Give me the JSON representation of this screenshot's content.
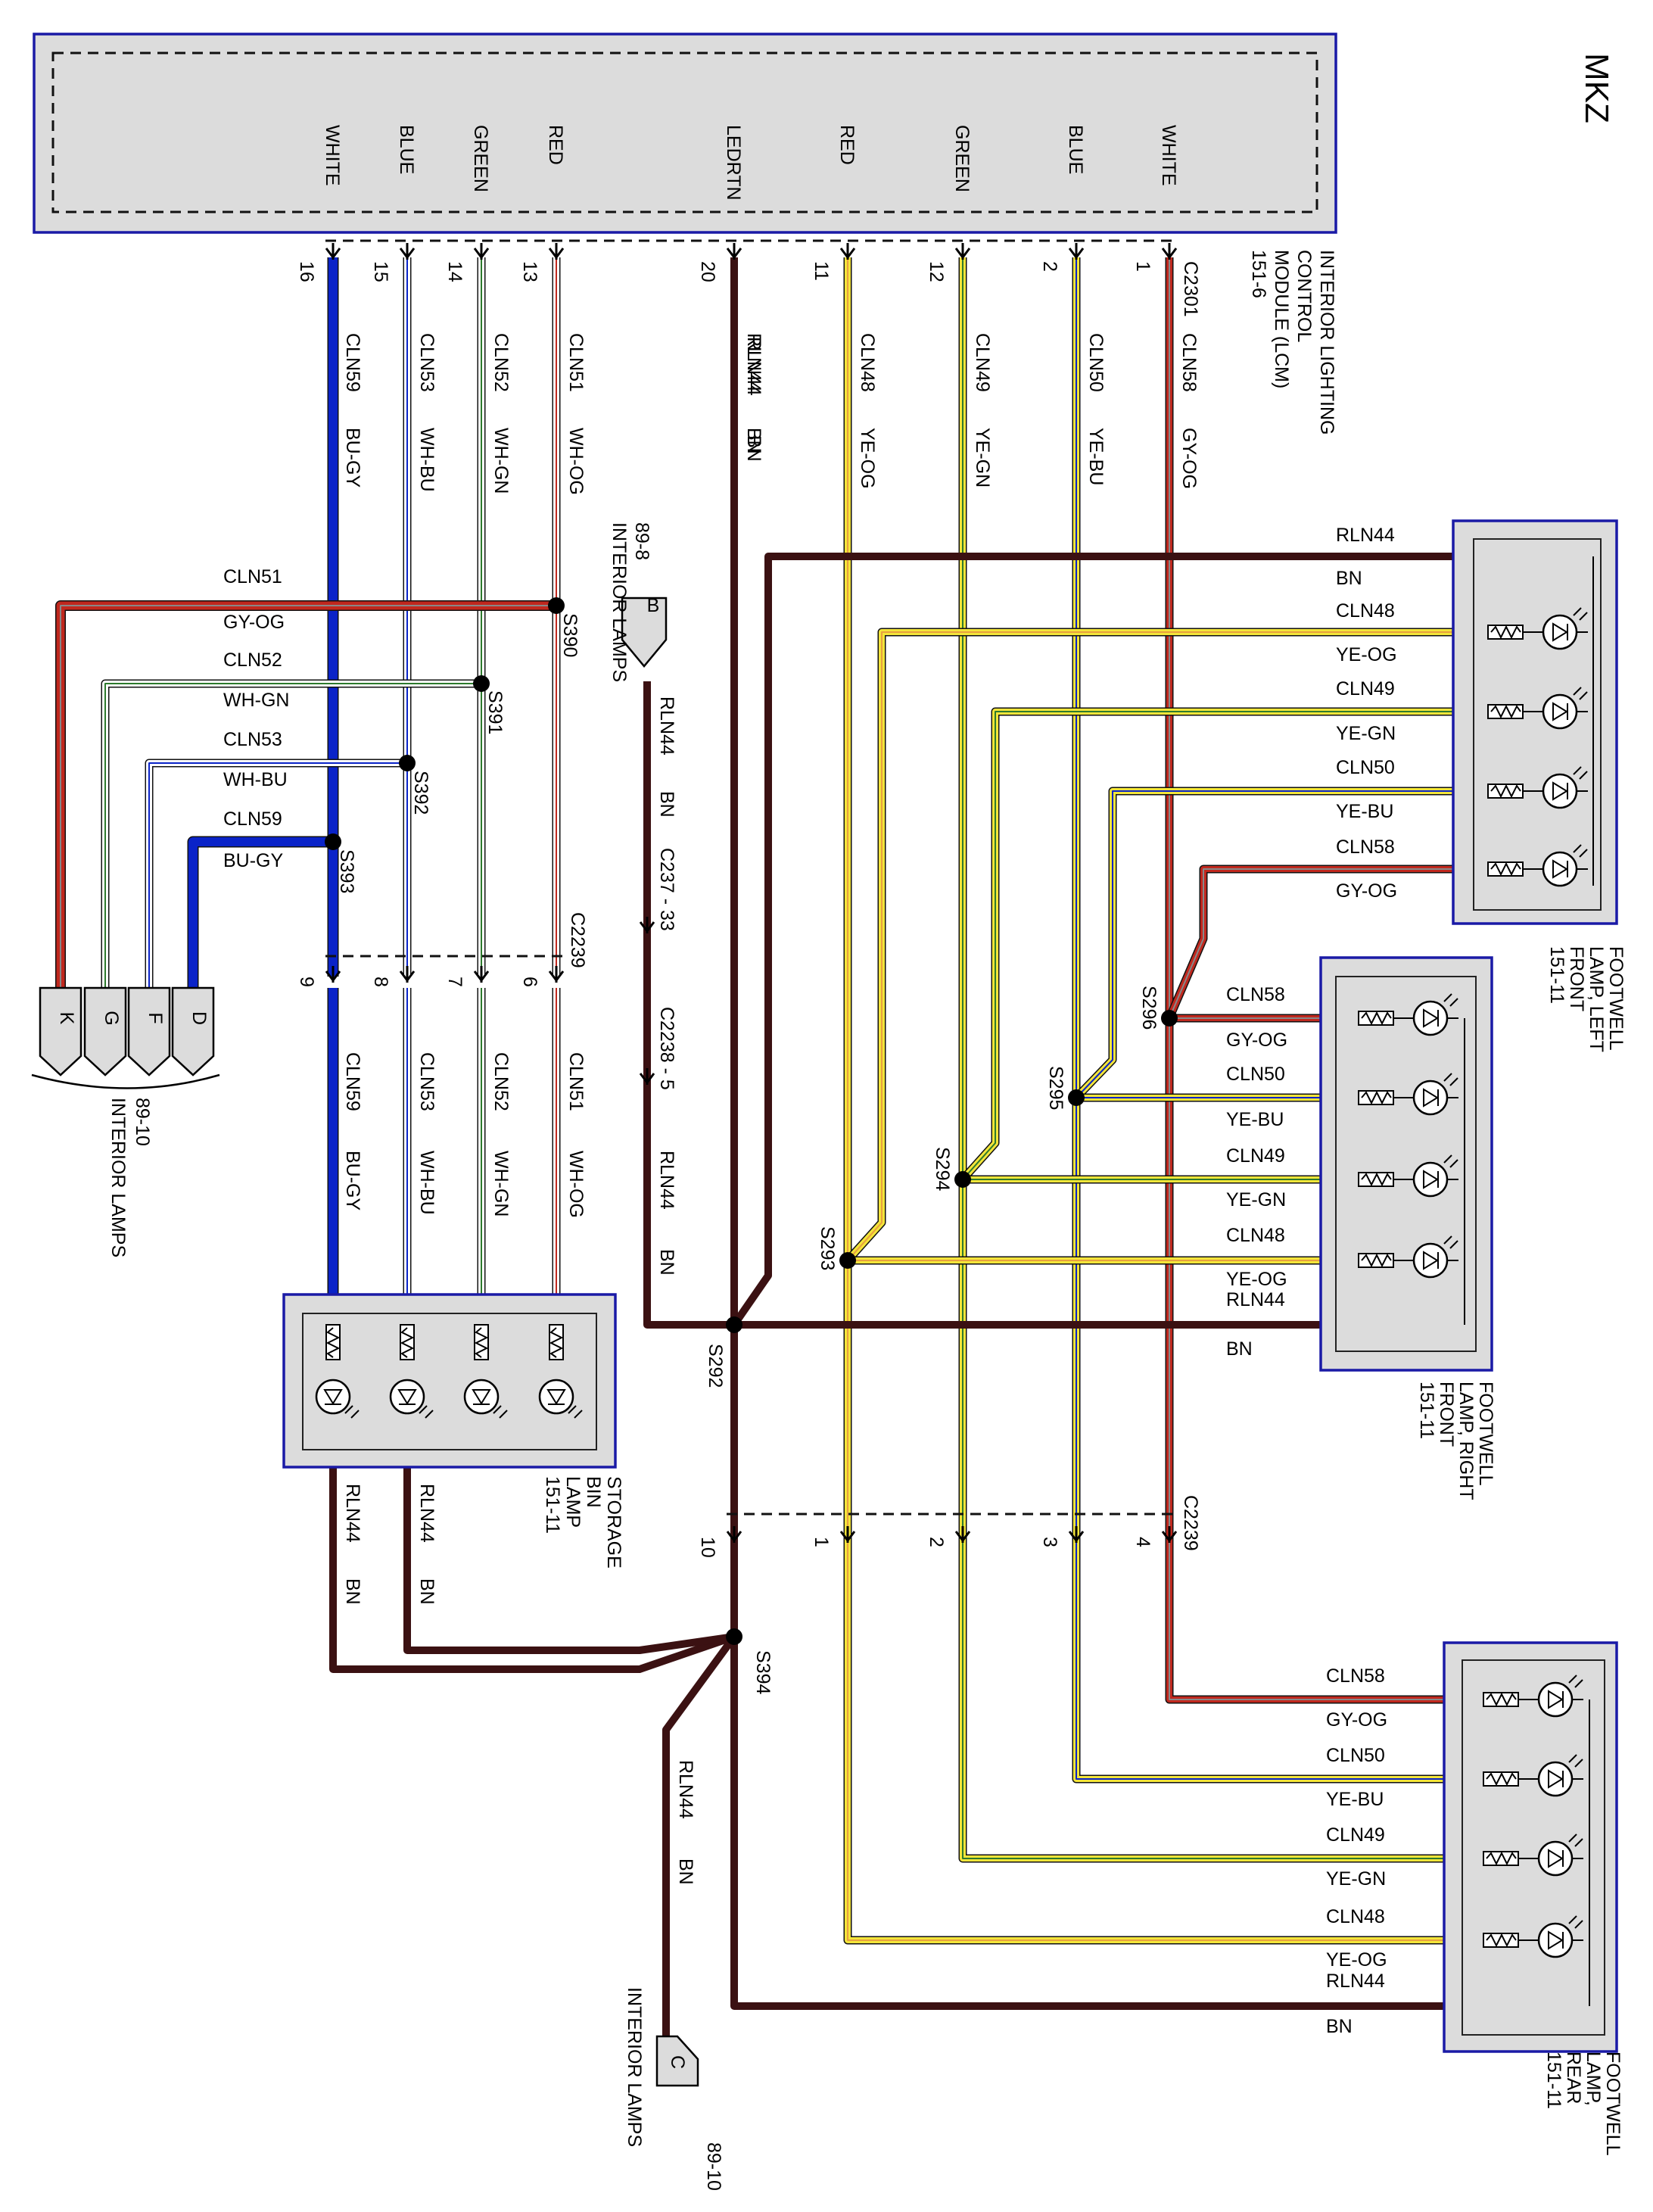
{
  "title": "MKZ",
  "wire_colors": {
    "brown": "#3b1112",
    "yellow": "#f3e53a",
    "blue": "#0a23c8",
    "red": "#c0281e",
    "gray": "#888888",
    "white": "#ffffff",
    "green": "#2d7a2d",
    "orange": "#e8a040"
  },
  "lcm": {
    "name_lines": [
      "INTERIOR LIGHTING",
      "CONTROL",
      "MODULE (LCM)",
      "151-6"
    ],
    "connector": "C2301",
    "pins": [
      {
        "label": "WHITE",
        "pin": "16",
        "circuit": "CLN59",
        "color": "BU-GY"
      },
      {
        "label": "BLUE",
        "pin": "15",
        "circuit": "CLN53",
        "color": "WH-BU"
      },
      {
        "label": "GREEN",
        "pin": "14",
        "circuit": "CLN52",
        "color": "WH-GN"
      },
      {
        "label": "RED",
        "pin": "13",
        "circuit": "CLN51",
        "color": "WH-OG"
      },
      {
        "label": "LEDRTN",
        "pin": "20",
        "circuit": "RLN44",
        "color": "BN"
      },
      {
        "label": "RED",
        "pin": "11",
        "circuit": "CLN48",
        "color": "YE-OG"
      },
      {
        "label": "GREEN",
        "pin": "12",
        "circuit": "CLN49",
        "color": "YE-GN"
      },
      {
        "label": "BLUE",
        "pin": "2",
        "circuit": "CLN50",
        "color": "YE-BU"
      },
      {
        "label": "WHITE",
        "pin": "1",
        "circuit": "CLN58",
        "color": "GY-OG"
      }
    ]
  },
  "splices": [
    "S390",
    "S391",
    "S392",
    "S393",
    "S292",
    "S293",
    "S294",
    "S295",
    "S296",
    "S394"
  ],
  "c2239_left": {
    "name": "C2239",
    "pins": [
      "9",
      "8",
      "7",
      "6"
    ]
  },
  "c2239_bottom": {
    "name": "C2239",
    "pins": [
      "10",
      "1",
      "2",
      "3",
      "4"
    ]
  },
  "interior_lamps_b": {
    "ref": "89-8",
    "name": "INTERIOR LAMPS",
    "pin": "B",
    "circuit": "RLN44",
    "color": "BN"
  },
  "inline_connectors": [
    "C237 - 33",
    "C2238 - 5"
  ],
  "interior_lamps_left": {
    "ref": "89-10",
    "name": "INTERIOR LAMPS",
    "pins": [
      "K",
      "G",
      "F",
      "D"
    ]
  },
  "interior_lamps_c": {
    "ref": "89-10",
    "name": "INTERIOR LAMPS",
    "pin": "C"
  },
  "branch_labels": [
    {
      "circuit": "CLN51",
      "color": "GY-OG"
    },
    {
      "circuit": "CLN52",
      "color": "WH-GN"
    },
    {
      "circuit": "CLN53",
      "color": "WH-BU"
    },
    {
      "circuit": "CLN59",
      "color": "BU-GY"
    }
  ],
  "storage_bin_lamp": {
    "name_lines": [
      "STORAGE",
      "BIN",
      "LAMP",
      "151-11"
    ]
  },
  "footwell_left_front": {
    "name_lines": [
      "FOOTWELL",
      "LAMP, LEFT",
      "FRONT",
      "151-11"
    ],
    "wires": [
      {
        "circuit": "RLN44",
        "color": "BN"
      },
      {
        "circuit": "CLN48",
        "color": "YE-OG"
      },
      {
        "circuit": "CLN49",
        "color": "YE-GN"
      },
      {
        "circuit": "CLN50",
        "color": "YE-BU"
      },
      {
        "circuit": "CLN58",
        "color": "GY-OG"
      }
    ]
  },
  "footwell_right_front": {
    "name_lines": [
      "FOOTWELL",
      "LAMP, RIGHT",
      "FRONT",
      "151-11"
    ],
    "wires": [
      {
        "circuit": "CLN58",
        "color": "GY-OG"
      },
      {
        "circuit": "CLN50",
        "color": "YE-BU"
      },
      {
        "circuit": "CLN49",
        "color": "YE-GN"
      },
      {
        "circuit": "CLN48",
        "color": "YE-OG"
      },
      {
        "circuit": "RLN44",
        "color": "BN"
      }
    ]
  },
  "footwell_rear": {
    "name_lines": [
      "FOOTWELL",
      "LAMP,",
      "REAR",
      "151-11"
    ],
    "wires": [
      {
        "circuit": "CLN58",
        "color": "GY-OG"
      },
      {
        "circuit": "CLN50",
        "color": "YE-BU"
      },
      {
        "circuit": "CLN49",
        "color": "YE-GN"
      },
      {
        "circuit": "CLN48",
        "color": "YE-OG"
      },
      {
        "circuit": "RLN44",
        "color": "BN"
      }
    ]
  },
  "storage_lower": [
    {
      "circuit": "RLN44",
      "color": "BN"
    },
    {
      "circuit": "RLN44",
      "color": "BN"
    }
  ],
  "c_branch": {
    "circuit": "RLN44",
    "color": "BN"
  }
}
